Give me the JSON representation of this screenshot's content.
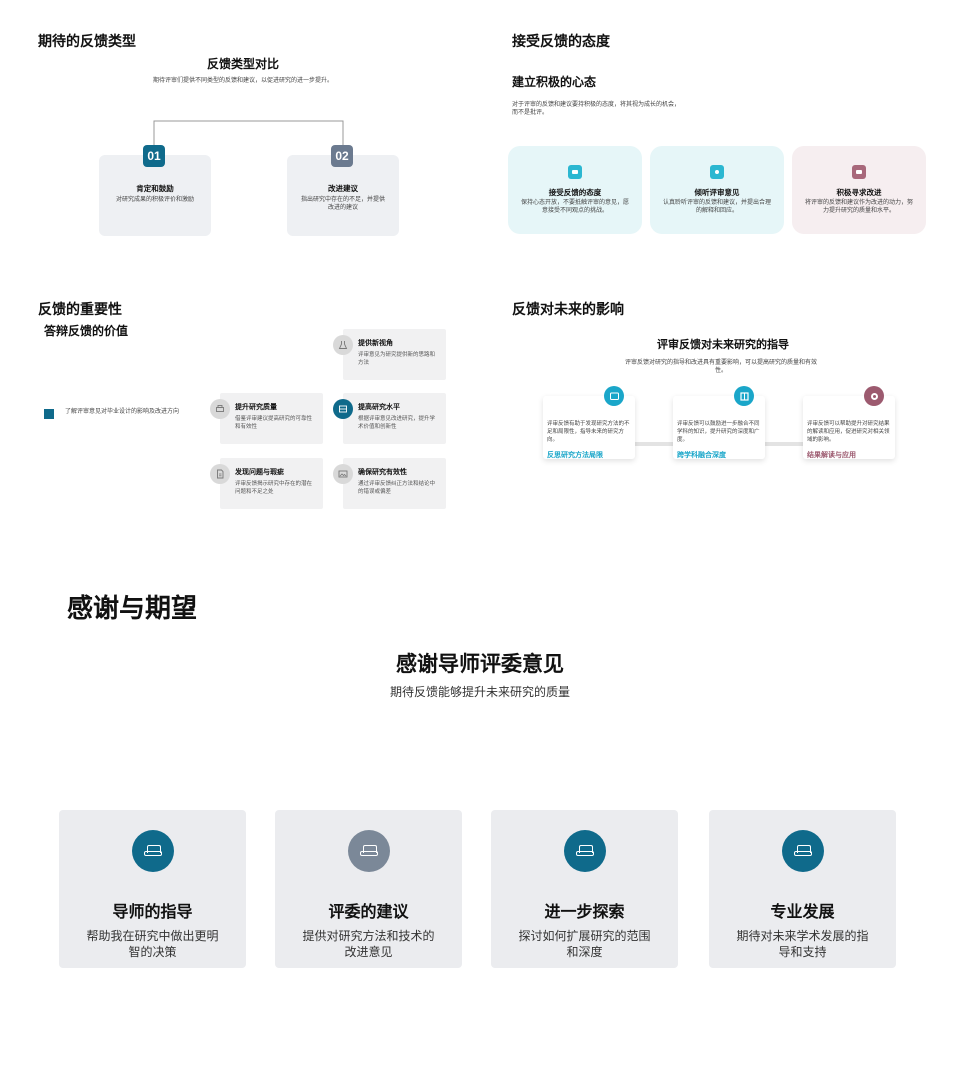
{
  "types": {
    "section_title": "期待的反馈类型",
    "heading": "反馈类型对比",
    "subtitle": "期待评审们提供不同类型的反馈和建议，以促进研究的进一步提升。",
    "items": [
      {
        "num": "01",
        "title": "肯定和鼓励",
        "desc": "对研究成果的积极评价和激励",
        "color": "#0f6a8b"
      },
      {
        "num": "02",
        "title": "改进建议",
        "desc": "指出研究中存在的不足，并提供改进的建议",
        "color": "#6b7a8f"
      }
    ]
  },
  "attitude": {
    "section_title": "接受反馈的态度",
    "heading": "建立积极的心态",
    "subtitle": "对于评审的反馈和建议要持积极的态度，将其视为成长的机会，而不是批评。",
    "cards": [
      {
        "title": "接受反馈的态度",
        "desc": "保持心态开放，不要抵触评审的意见，愿意接受不同观点的挑战。",
        "bg": "#e6f6f8",
        "icon_color": "#2bb7d1",
        "icon": "message-icon"
      },
      {
        "title": "倾听评审意见",
        "desc": "认真聆听评审的反馈和建议，并提出合理的解释和回应。",
        "bg": "#e6f6f8",
        "icon_color": "#2bb7d1",
        "icon": "ear-icon"
      },
      {
        "title": "积极寻求改进",
        "desc": "将评审的反馈和建议作为改进的动力，努力提升研究的质量和水平。",
        "bg": "#f6eef0",
        "icon_color": "#a8687b",
        "icon": "chart-icon"
      }
    ]
  },
  "importance": {
    "section_title": "反馈的重要性",
    "heading": "答辩反馈的价值",
    "legend": "了解评审意见对毕业设计的影响及改进方向",
    "legend_color": "#0f6a8b",
    "items": [
      {
        "title": "提供新视角",
        "desc": "评审意见为研究提供新的思路和方法",
        "icon": "flask-icon",
        "icon_color": "#d9d9d9"
      },
      {
        "title": "提升研究质量",
        "desc": "借鉴评审建议提高研究的可靠性和有效性",
        "icon": "print-icon",
        "icon_color": "#d9d9d9"
      },
      {
        "title": "提高研究水平",
        "desc": "根据评审意见改进研究，提升学术价值和创新性",
        "icon": "book-icon",
        "icon_color": "#0f6a8b"
      },
      {
        "title": "发现问题与瑕疵",
        "desc": "评审反馈揭示研究中存在的潜在问题和不足之处",
        "icon": "document-icon",
        "icon_color": "#d9d9d9"
      },
      {
        "title": "确保研究有效性",
        "desc": "通过评审反馈纠正方法和结论中的错误或偏差",
        "icon": "image-icon",
        "icon_color": "#d9d9d9"
      }
    ]
  },
  "future": {
    "section_title": "反馈对未来的影响",
    "heading": "评审反馈对未来研究的指导",
    "subtitle": "评审反馈对研究的指导和改进具有重要影响，可以提高研究的质量和有效性。",
    "cards": [
      {
        "desc": "评审反馈有助于发现研究方法的不足和局限性，指导未来的研究方向。",
        "link": "反思研究方法局限",
        "color": "#1aa6c9",
        "icon": "folder-icon"
      },
      {
        "desc": "评审反馈可以鼓励进一步融合不同学科的知识，提升研究的深度和广度。",
        "link": "跨学科融合深度",
        "color": "#1aa6c9",
        "icon": "puzzle-icon"
      },
      {
        "desc": "评审反馈可以帮助提升对研究结果的解读和应用，促进研究对相关领域的影响。",
        "link": "结果解读与应用",
        "color": "#9c5a6f",
        "icon": "target-icon"
      }
    ]
  },
  "thanks": {
    "section_title": "感谢与期望",
    "heading": "感谢导师评委意见",
    "subtitle": "期待反馈能够提升未来研究的质量",
    "cards": [
      {
        "title": "导师的指导",
        "desc": "帮助我在研究中做出更明智的决策",
        "icon_color": "#0f6a8b",
        "icon": "sofa-icon"
      },
      {
        "title": "评委的建议",
        "desc": "提供对研究方法和技术的改进意见",
        "icon_color": "#7b8898",
        "icon": "sofa-icon"
      },
      {
        "title": "进一步探索",
        "desc": "探讨如何扩展研究的范围和深度",
        "icon_color": "#0f6a8b",
        "icon": "sofa-icon"
      },
      {
        "title": "专业发展",
        "desc": "期待对未来学术发展的指导和支持",
        "icon_color": "#0f6a8b",
        "icon": "sofa-icon"
      }
    ]
  }
}
